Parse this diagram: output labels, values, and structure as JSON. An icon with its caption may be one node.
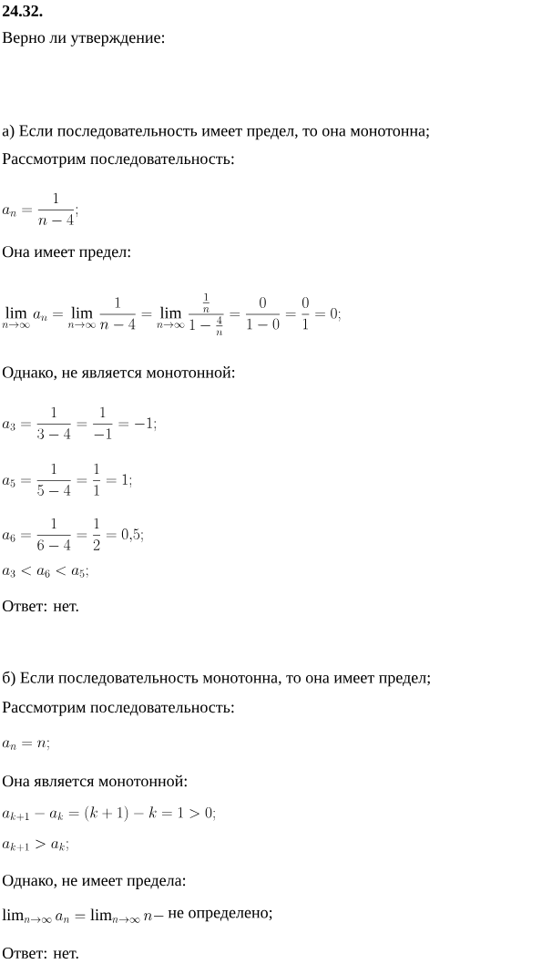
{
  "diagram": {
    "labels": [
      "24.32.",
      "Верно ли утверждение:",
      "а) Если последовательность имеет предел, то она монотонна;",
      "Рассмотрим последовательность:",
      "a_n=\\frac{1}{n-4};",
      "Она имеет предел:",
      "\\lim_{n\\to\\infty} a_n=\\lim_{n\\to\\infty}\\frac{1}{n-4}=\\lim_{n\\to\\infty}\\frac{\\frac{1}{n}}{1-\\frac{4}{n}}=\\frac{0}{1-0}=\\frac{0}{1}=0;",
      "Однако, не является монотонной:",
      "a_3=\\frac{1}{3-4}=\\frac{1}{-1}=-1;",
      "a_5=\\frac{1}{5-4}=\\frac{1}{1}=1;",
      "a_6=\\frac{1}{6-4}=\\frac{1}{2}=0{,}5;",
      "a_3<a_6<a_5;",
      "Ответ:  нет.",
      "б) Если последовательность монотонна, то она имеет предел;",
      "Рассмотрим последовательность:",
      "a_n=n;",
      "Она является монотонной:",
      "a_{k+1}-a_k=(k+1)-k=1>0;",
      "a_{k+1}>a_k;",
      "Однако, не имеет предела:",
      "\\lim_{n\\to\\infty} a_n=\\lim_{n\\to\\infty} n -",
      "не определено;",
      "Ответ:  нет."
    ]
  }
}
